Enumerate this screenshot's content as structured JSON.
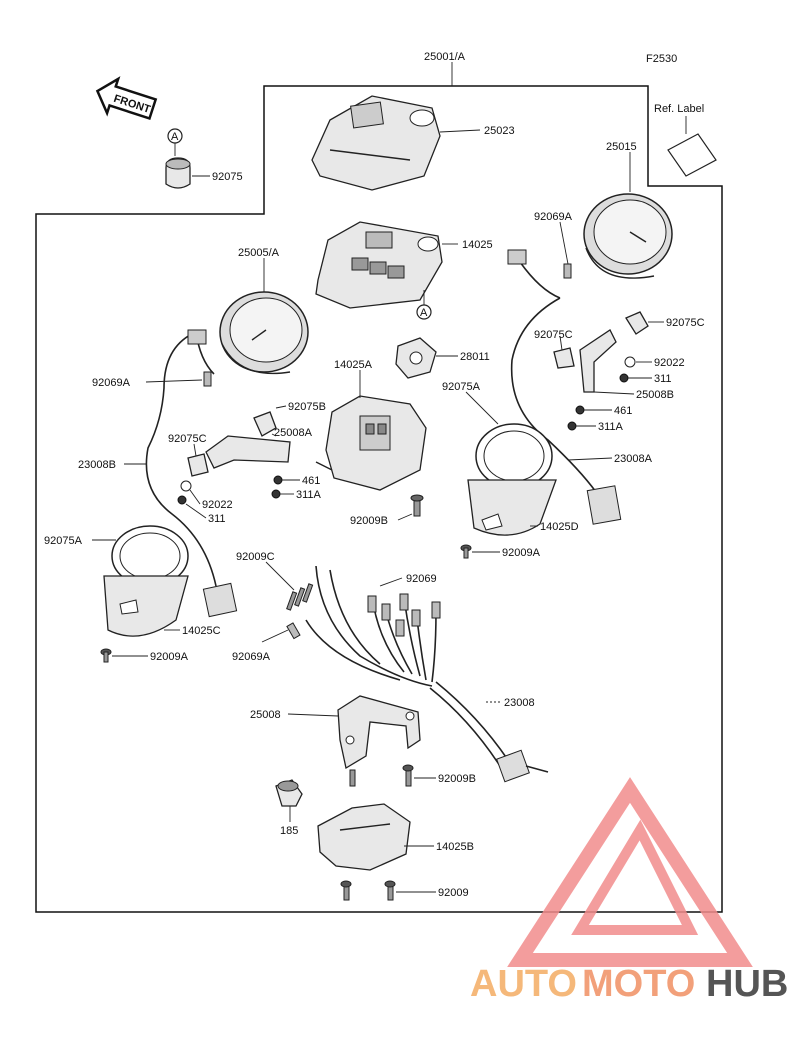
{
  "figure_code": "F2530",
  "front_label": "FRONT",
  "ref_label": "Ref. Label",
  "marker_a": "A",
  "watermark": {
    "brand_a": "AUTO",
    "brand_b": "MOTO",
    "brand_c": "HUB",
    "color_a": "#f5b87a",
    "color_b": "#f2a07a",
    "color_c": "#555555",
    "logo_color": "#f28c8c"
  },
  "labels": {
    "p25001A": "25001/A",
    "p25023": "25023",
    "p92075_top": "92075",
    "p25015": "25015",
    "p92069A_r": "92069A",
    "p14025": "14025",
    "p25005A": "25005/A",
    "p92075C_r": "92075C",
    "p92075C_rm": "92075C",
    "p28011": "28011",
    "p92022_r": "92022",
    "p311_r": "311",
    "p14025A": "14025A",
    "p25008B": "25008B",
    "p92075A_r": "92075A",
    "p461_r": "461",
    "p311A_r": "311A",
    "p92069A_l": "92069A",
    "p92075B": "92075B",
    "p25008A": "25008A",
    "p92075C_l": "92075C",
    "p23008A": "23008A",
    "p23008B": "23008B",
    "p461_l": "461",
    "p311A_l": "311A",
    "p92022_l": "92022",
    "p311_l": "311",
    "p92009B_m": "92009B",
    "p14025D": "14025D",
    "p92075A_l": "92075A",
    "p92009A_r": "92009A",
    "p92009C": "92009C",
    "p92069": "92069",
    "p14025C": "14025C",
    "p92069A_m": "92069A",
    "p92009A_l": "92009A",
    "p23008": "23008",
    "p25008": "25008",
    "p92009B_b": "92009B",
    "p185": "185",
    "p14025B": "14025B",
    "p92009": "92009"
  }
}
